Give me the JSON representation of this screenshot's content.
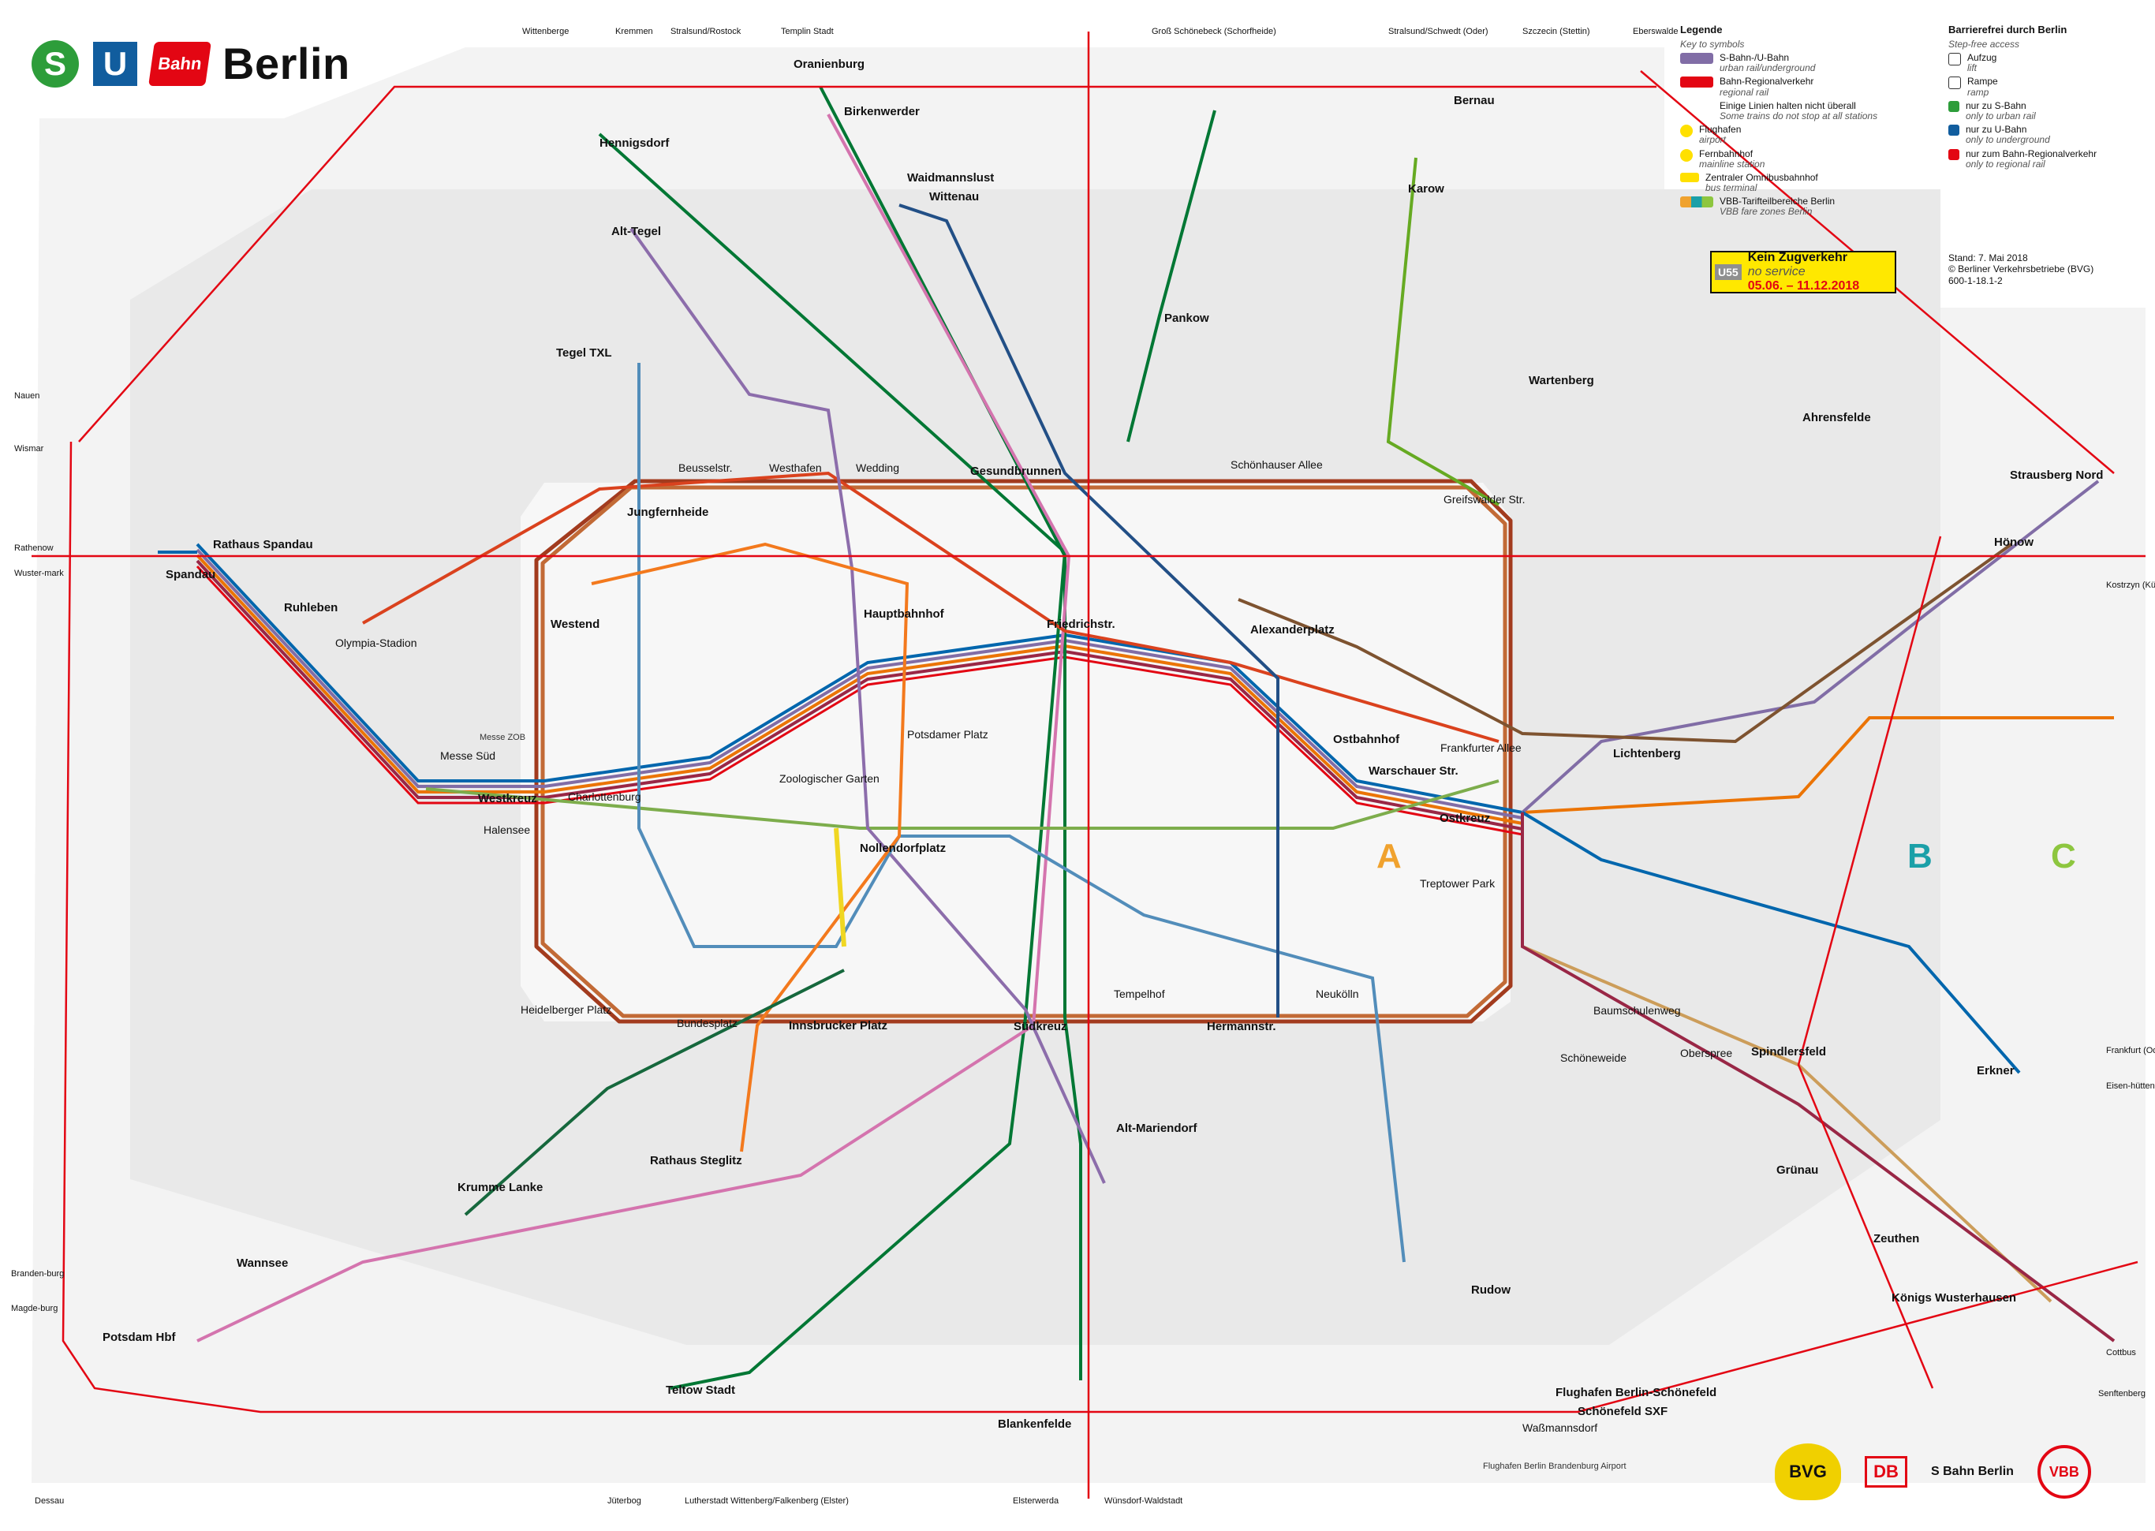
{
  "header": {
    "title": "Berlin",
    "s_badge": "S",
    "u_badge": "U",
    "db_badge": "Bahn"
  },
  "legend": {
    "heading": "Legende",
    "subheading": "Key to symbols",
    "items": [
      {
        "label": "S-Bahn-/U-Bahn",
        "sub": "urban rail/underground"
      },
      {
        "label": "Bahn-Regionalverkehr",
        "sub": "regional rail"
      },
      {
        "label": "Einige Linien halten nicht überall",
        "sub": "Some trains do not stop at all stations"
      },
      {
        "label": "Flughafen",
        "sub": "airport"
      },
      {
        "label": "Fernbahnhof",
        "sub": "mainline station"
      },
      {
        "label": "Zentraler Omnibusbahnhof",
        "sub": "bus terminal"
      },
      {
        "label": "VBB-Tarifteilbereiche Berlin",
        "sub": "VBB fare zones Berlin"
      }
    ],
    "access_heading": "Barrierefrei durch Berlin",
    "access_sub": "Step-free access",
    "access_items": [
      {
        "label": "Aufzug",
        "sub": "lift"
      },
      {
        "label": "Rampe",
        "sub": "ramp"
      },
      {
        "label": "nur zu S-Bahn",
        "sub": "only to urban rail"
      },
      {
        "label": "nur zu U-Bahn",
        "sub": "only to underground"
      },
      {
        "label": "nur zum Bahn-Regionalverkehr",
        "sub": "only to regional rail"
      }
    ],
    "notice_line": "U55",
    "notice_title": "Kein Zugverkehr",
    "notice_sub": "no service",
    "notice_dates": "05.06. – 11.12.2018"
  },
  "stand": {
    "line1": "Stand: 7. Mai 2018",
    "line2": "© Berliner Verkehrsbetriebe (BVG)",
    "line3": "600-1-18.1-2"
  },
  "zones": {
    "a": "A",
    "b": "B",
    "c": "C"
  },
  "footer": {
    "bvg": "BVG",
    "db": "DB",
    "sbahn": "S Bahn Berlin",
    "vbb": "VBB"
  },
  "colors": {
    "s1": "#d474ae",
    "s2": "#007734",
    "s25": "#007734",
    "s3": "#0066ad",
    "s41": "#a23b1e",
    "s42": "#c26a36",
    "s45": "#cc9d5a",
    "s46": "#cc9d5a",
    "s47": "#cc9d5a",
    "s5": "#eb7405",
    "s7": "#816da6",
    "s75": "#816da6",
    "s8": "#66aa22",
    "s85": "#66aa22",
    "s9": "#992746",
    "u1": "#7dad4c",
    "u2": "#da421e",
    "u3": "#16683d",
    "u4": "#f0d722",
    "u5": "#7e5330",
    "u6": "#8c6dab",
    "u7": "#528dba",
    "u8": "#224f86",
    "u9": "#f3791d",
    "regional": "#e30613",
    "zone_a": "#f0a22e",
    "zone_b": "#1ba0a8",
    "zone_c": "#8dc63f"
  },
  "stations": {
    "spandau": "Spandau",
    "rathaus_spandau": "Rathaus Spandau",
    "westkreuz": "Westkreuz",
    "westend": "Westend",
    "jungfernheide": "Jungfernheide",
    "gesundbrunnen": "Gesundbrunnen",
    "hauptbahnhof": "Hauptbahnhof",
    "friedrichstr": "Friedrichstr.",
    "alexanderplatz": "Alexanderplatz",
    "ostbahnhof": "Ostbahnhof",
    "warschauer": "Warschauer Str.",
    "ostkreuz": "Ostkreuz",
    "suedkreuz": "Südkreuz",
    "hermannstr": "Hermannstr.",
    "zoologischer": "Zoologischer Garten",
    "potsdamer": "Potsdamer Platz",
    "nollendorf": "Nollendorfplatz",
    "pankow": "Pankow",
    "wartenberg": "Wartenberg",
    "ahrensfelde": "Ahrensfelde",
    "strausberg_nord": "Strausberg Nord",
    "erkner": "Erkner",
    "spindlersfeld": "Spindlersfeld",
    "gruenau": "Grünau",
    "zeuthen": "Zeuthen",
    "koenigs_wusterhausen": "Königs Wusterhausen",
    "flughafen_schoenefeld": "Flughafen Berlin-Schönefeld",
    "schoenefeld_sxf": "Schönefeld SXF",
    "blankenfelde": "Blankenfelde",
    "teltow_stadt": "Teltow Stadt",
    "potsdam_hbf": "Potsdam Hbf",
    "wannsee": "Wannsee",
    "krumme_lanke": "Krumme Lanke",
    "rathaus_steglitz": "Rathaus Steglitz",
    "alt_mariendorf": "Alt-Mariendorf",
    "rudow": "Rudow",
    "hoenow": "Hönow",
    "bernau": "Bernau",
    "oranienburg": "Oranienburg",
    "hennigsdorf": "Hennigsdorf",
    "wittenau": "Wittenau",
    "alt_tegel": "Alt-Tegel",
    "tegel_txl": "Tegel TXL",
    "waidmannslust": "Waidmannslust",
    "birkenwerder": "Birkenwerder",
    "lichtenberg": "Lichtenberg",
    "karow": "Karow",
    "olympia_stadion": "Olympia-Stadion",
    "ruhleben": "Ruhleben",
    "messe_sued": "Messe Süd",
    "charlottenburg": "Charlottenburg",
    "halensee": "Halensee",
    "innsbrucker_platz": "Innsbrucker Platz",
    "tempelhof": "Tempelhof",
    "neukoelln": "Neukölln",
    "treptower_park": "Treptower Park",
    "schoeneweide": "Schöneweide",
    "baumschulenweg": "Baumschulenweg",
    "frankfurter_allee": "Frankfurter Allee",
    "greifswalder": "Greifswalder Str.",
    "schoenhauser": "Schönhauser Allee",
    "wedding": "Wedding",
    "westhafen": "Westhafen",
    "beusselstr": "Beusselstr.",
    "bundesplatz": "Bundesplatz",
    "heidelberger": "Heidelberger Platz",
    "airport_ber": "Flughafen Berlin Brandenburg Airport",
    "wassmannsdorf": "Waßmannsdorf",
    "oberspree": "Oberspree",
    "zoob": "Messe ZOB"
  },
  "edge_labels": {
    "top_wittenberge": "Wittenberge",
    "top_kremmen": "Kremmen",
    "top_stralsund": "Stralsund/Rostock",
    "top_templin": "Templin Stadt",
    "top_gross_schoenebeck": "Groß Schönebeck (Schorfheide)",
    "top_stralsund_schwedt": "Stralsund/Schwedt (Oder)",
    "top_szczecin": "Szczecin (Stettin)",
    "top_eberswalde": "Eberswalde",
    "left_nauen": "Nauen",
    "left_wismar": "Wismar",
    "left_rathenow": "Rathenow",
    "left_wustermark": "Wuster-mark",
    "left_brandenburg": "Branden-burg",
    "left_magdeburg": "Magde-burg",
    "bottom_dessau": "Dessau",
    "bottom_jueterbog": "Jüterbog",
    "bottom_lutherstadt": "Lutherstadt Wittenberg/Falkenberg (Elster)",
    "bottom_elsterwerda": "Elsterwerda",
    "bottom_wuensdorf": "Wünsdorf-Waldstadt",
    "right_frankfurt": "Frankfurt (Oder)",
    "right_cottbus": "Cottbus",
    "right_senftenberg": "Senftenberg",
    "right_kostrzyn": "Kostrzyn (Küstrin)",
    "right_eisenhuettenstadt": "Eisen-hütten-stadt"
  }
}
